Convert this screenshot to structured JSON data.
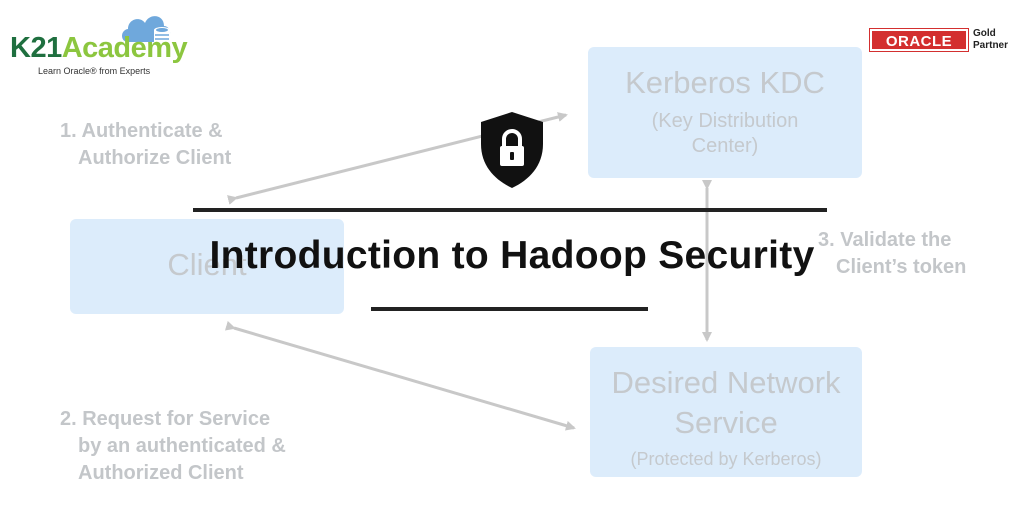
{
  "logo": {
    "brand_main": "K21",
    "brand_accent": "Academy",
    "tagline": "Learn Oracle® from Experts",
    "icon": "cloud-database-icon"
  },
  "partner_badge": {
    "brand": "ORACLE",
    "level": "Gold",
    "type": "Partner"
  },
  "diagram": {
    "kdc": {
      "title": "Kerberos KDC",
      "subtitle_line1": "(Key Distribution",
      "subtitle_line2": "Center)"
    },
    "client": {
      "title": "Client"
    },
    "service": {
      "title_line1": "Desired Network",
      "title_line2": "Service",
      "subtitle": "(Protected by Kerberos)"
    },
    "step1": {
      "line1": "1. Authenticate &",
      "line2": "Authorize Client"
    },
    "step2": {
      "line1": "2. Request for Service",
      "line2": "by an authenticated &",
      "line3": "Authorized Client"
    },
    "step3": {
      "line1": "3. Validate the",
      "line2": "Client’s token"
    }
  },
  "banner": {
    "title": "Introduction to Hadoop Security",
    "icon": "shield-lock-icon"
  },
  "colors": {
    "box_fill": "#dcecfb",
    "faded_text": "#c5c9cd",
    "arrow": "#c8c8c8",
    "brand_dark": "#1f6f3f",
    "brand_light": "#8cc63f",
    "oracle_red": "#d32f2f"
  }
}
